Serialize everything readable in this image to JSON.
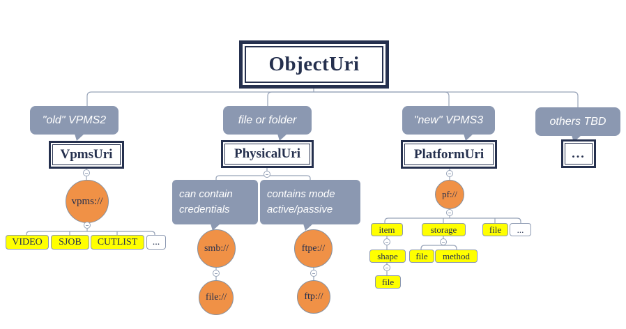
{
  "colors": {
    "navy": "#25304e",
    "callout": "#8b98b1",
    "connector": "#97a3b8",
    "orange": "#f09146",
    "orange-border": "#85909f",
    "yellow": "#ffff00",
    "leaf-border": "#8b98b1"
  },
  "root": {
    "label": "ObjectUri"
  },
  "branches": [
    {
      "callout": "\"old\" VPMS2",
      "box": "VpmsUri",
      "circle": "vpms://",
      "leaves": [
        "VIDEO",
        "SJOB",
        "CUTLIST",
        "..."
      ]
    },
    {
      "callout": "file or folder",
      "box": "PhysicalUri",
      "notes": [
        "can contain credentials",
        "contains mode active/passive"
      ],
      "circles": [
        {
          "top": "smb://",
          "bottom": "file://"
        },
        {
          "top": "ftpe://",
          "bottom": "ftp://"
        }
      ]
    },
    {
      "callout": "\"new\" VPMS3",
      "box": "PlatformUri",
      "circle": "pf://",
      "leaves": [
        "item",
        "storage",
        "file",
        "..."
      ],
      "item_children": [
        "shape"
      ],
      "shape_children": [
        "file"
      ],
      "storage_children": [
        "file",
        "method"
      ]
    },
    {
      "callout": "others TBD",
      "box": "..."
    }
  ]
}
